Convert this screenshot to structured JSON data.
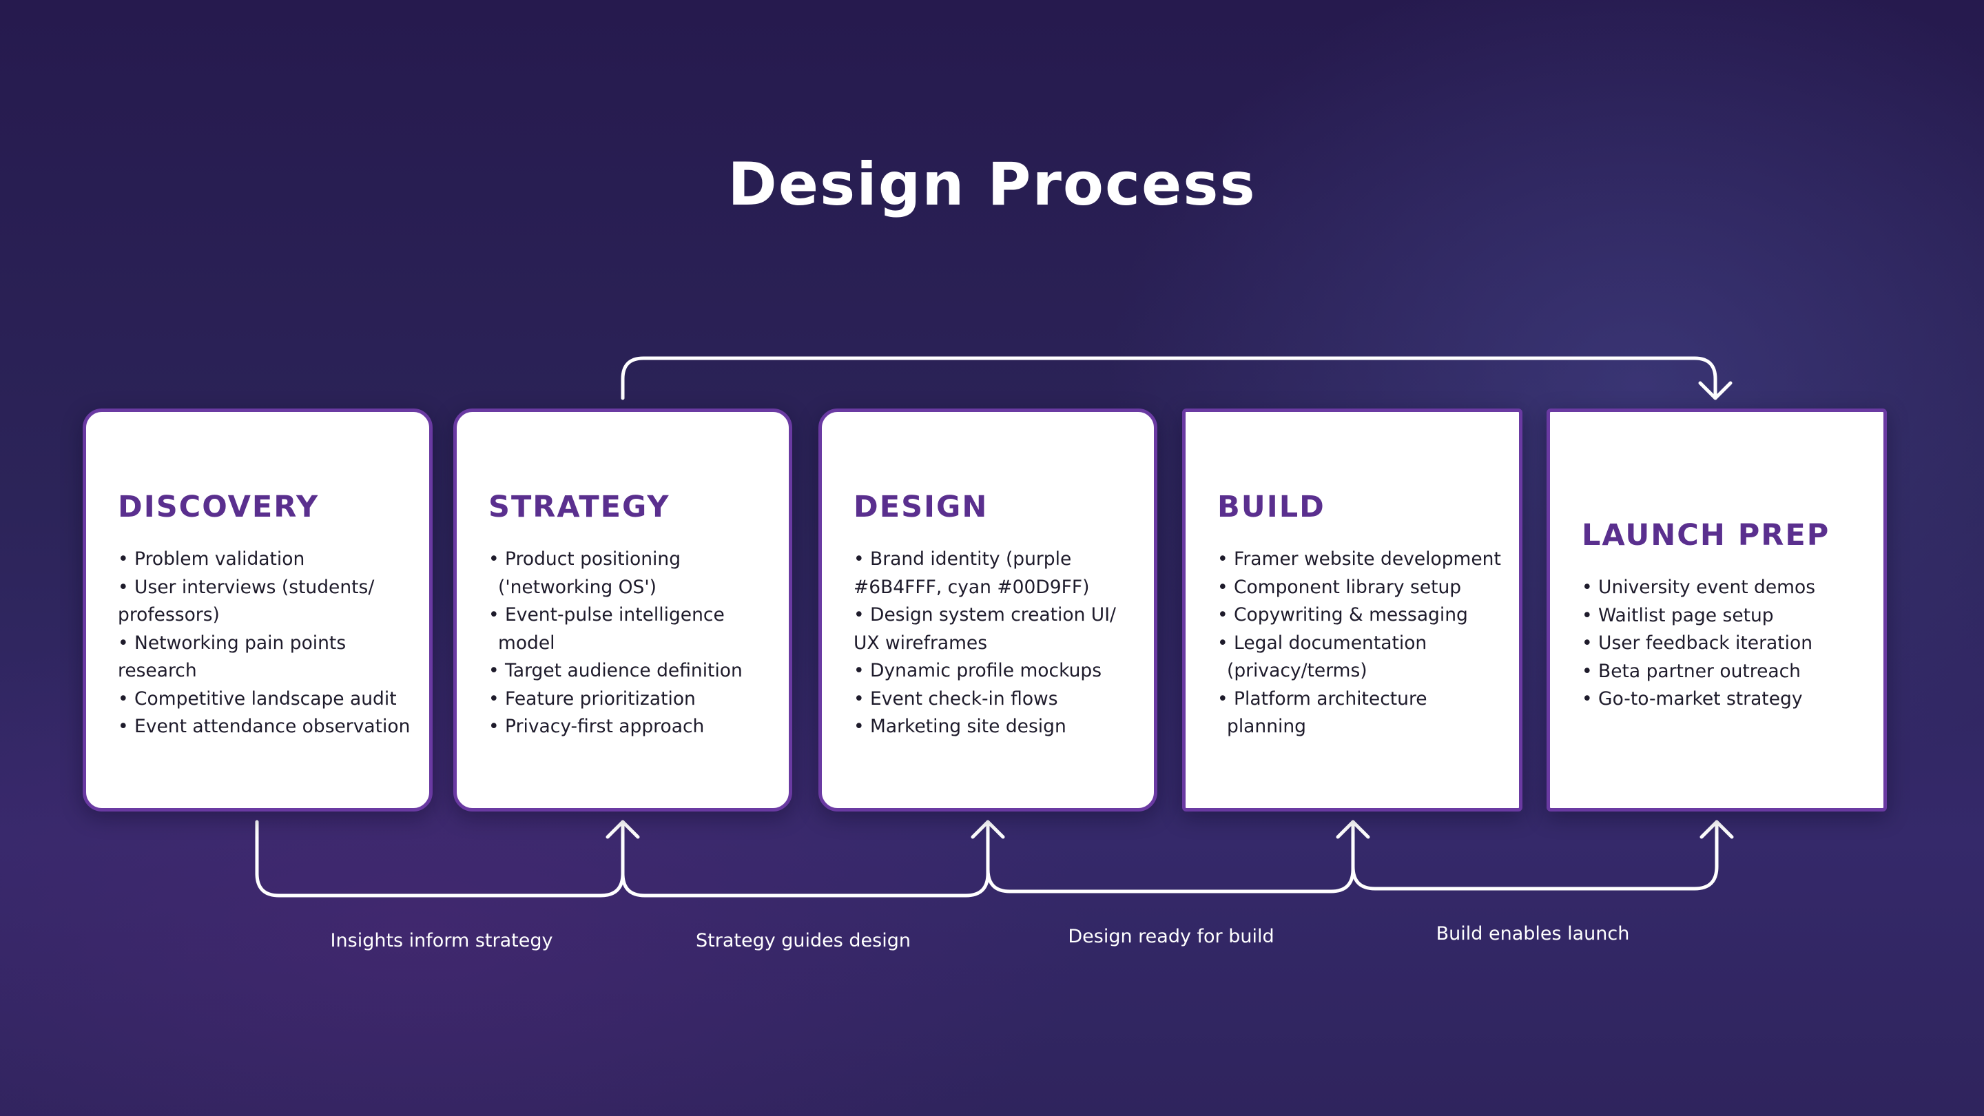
{
  "title": "Design Process",
  "stages": [
    {
      "heading": "DISCOVERY",
      "items": [
        "• Problem validation",
        "• User interviews (students/",
        "professors)",
        "• Networking pain points",
        "research",
        "• Competitive landscape audit",
        "• Event attendance observation"
      ]
    },
    {
      "heading": "STRATEGY",
      "items": [
        "• Product positioning",
        "('networking OS')",
        "• Event-pulse intelligence",
        "model",
        "• Target audience definition",
        "• Feature prioritization",
        "• Privacy-first approach"
      ]
    },
    {
      "heading": "DESIGN",
      "items": [
        "• Brand identity (purple",
        "#6B4FFF, cyan #00D9FF)",
        "• Design system creation UI/",
        "UX wireframes",
        "• Dynamic profile mockups",
        "• Event check-in flows",
        "• Marketing site design"
      ]
    },
    {
      "heading": "BUILD",
      "items": [
        "• Framer website development",
        "• Component library setup",
        "• Copywriting & messaging",
        "• Legal documentation",
        "(privacy/terms)",
        "• Platform architecture",
        "planning"
      ]
    },
    {
      "heading": "LAUNCH PREP",
      "items": [
        "• University event demos",
        "• Waitlist page setup",
        "• User feedback iteration",
        "• Beta partner outreach",
        "• Go-to-market strategy"
      ]
    }
  ],
  "flows": [
    "Insights inform strategy",
    "Strategy guides design",
    "Design ready for build",
    "Build enables launch"
  ],
  "colors": {
    "card_border": "#6a3aa2",
    "heading": "#5a2f8e",
    "connector": "#ffffff",
    "background": "#2c2459"
  }
}
